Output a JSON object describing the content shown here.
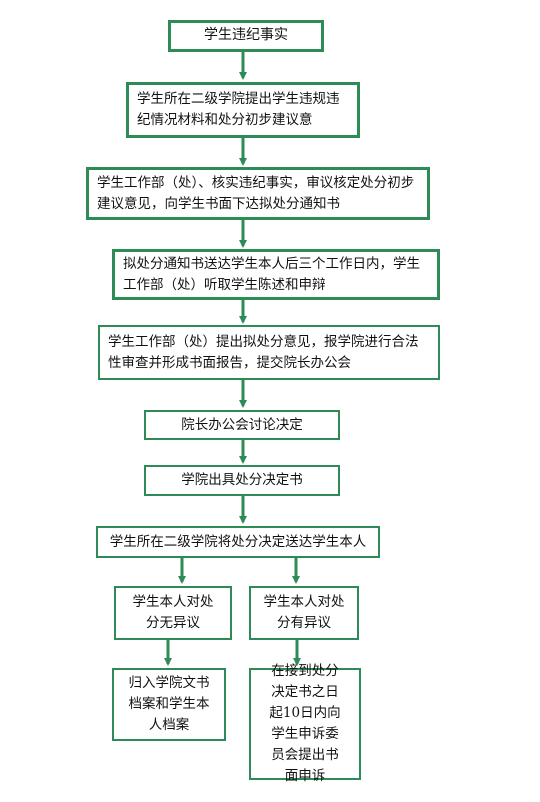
{
  "flow": {
    "step1": "学生违纪事实",
    "step2": "学生所在二级学院提出学生违规违纪情况材料和处分初步建议意",
    "step3": "学生工作部（处）、核实违纪事实，审议核定处分初步建议意见，向学生书面下达拟处分通知书",
    "step4": "拟处分通知书送达学生本人后三个工作日内，学生工作部（处）听取学生陈述和申辩",
    "step5": "学生工作部（处）提出拟处分意见，报学院进行合法性审查并形成书面报告，提交院长办公会",
    "step6": "院长办公会讨论决定",
    "step7": "学院出具处分决定书",
    "step8": "学生所在二级学院将处分决定送达学生本人",
    "branch_left": "学生本人对处分无异议",
    "branch_right": "学生本人对处分有异议",
    "result_left": "归入学院文书档案和学生本人档案",
    "result_right": "在接到处分决定书之日起10日内向学生申诉委员会提出书面申诉"
  },
  "colors": {
    "line": "#2e8b57"
  }
}
